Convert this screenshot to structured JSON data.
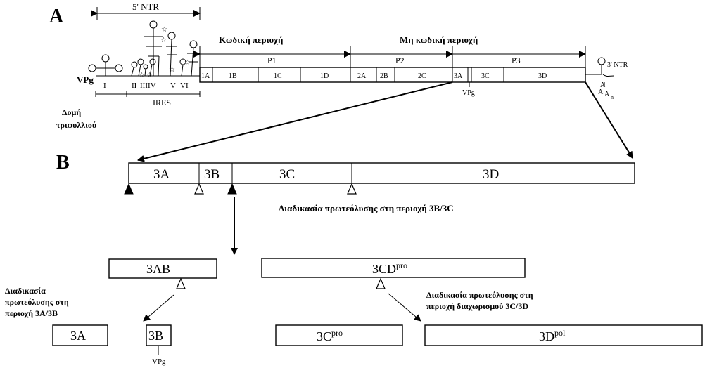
{
  "panel_a": {
    "label": "A",
    "ntr5": "5' NTR",
    "vpg": "VPg",
    "ires_domains": {
      "d1": "I",
      "d2": "II",
      "d3": "IIIIV",
      "d5": "V",
      "d6": "VI"
    },
    "ires": "IRES",
    "cloverleaf": "Δομή τριφυλλιού",
    "coding_region": "Κωδική περιοχή",
    "noncoding_region": "Μη κωδική περιοχή",
    "p1": "P1",
    "p2": "P2",
    "p3": "P3",
    "segments": {
      "1A": "1A",
      "1B": "1B",
      "1C": "1C",
      "1D": "1D",
      "2A": "2A",
      "2B": "2B",
      "2C": "2C",
      "3A": "3A",
      "3C": "3C",
      "3D": "3D"
    },
    "vpg_small": "VPg",
    "ntr3": "3' NTR",
    "polya": "AAn"
  },
  "panel_b": {
    "label": "B",
    "seg_3a": "3A",
    "seg_3b": "3B",
    "seg_3c": "3C",
    "seg_3d": "3D",
    "caption": "Διαδικασία πρωτεόλυσης στη περιοχή 3B/3C"
  },
  "lower": {
    "box_3ab": "3AB",
    "box_3cd": "3CD",
    "box_3cd_sup": "pro",
    "caption_3a3b": "Διαδικασία πρωτεόλυσης στη περιοχή 3A/3B",
    "caption_3c3d": "Διαδικασία πρωτεόλυσης στη περιοχή διαχωρισμού 3C/3D",
    "box_3a": "3A",
    "box_3b": "3B",
    "vpg": "VPg",
    "box_3c": "3C",
    "box_3c_sup": "pro",
    "box_3d": "3D",
    "box_3d_sup": "pol"
  }
}
